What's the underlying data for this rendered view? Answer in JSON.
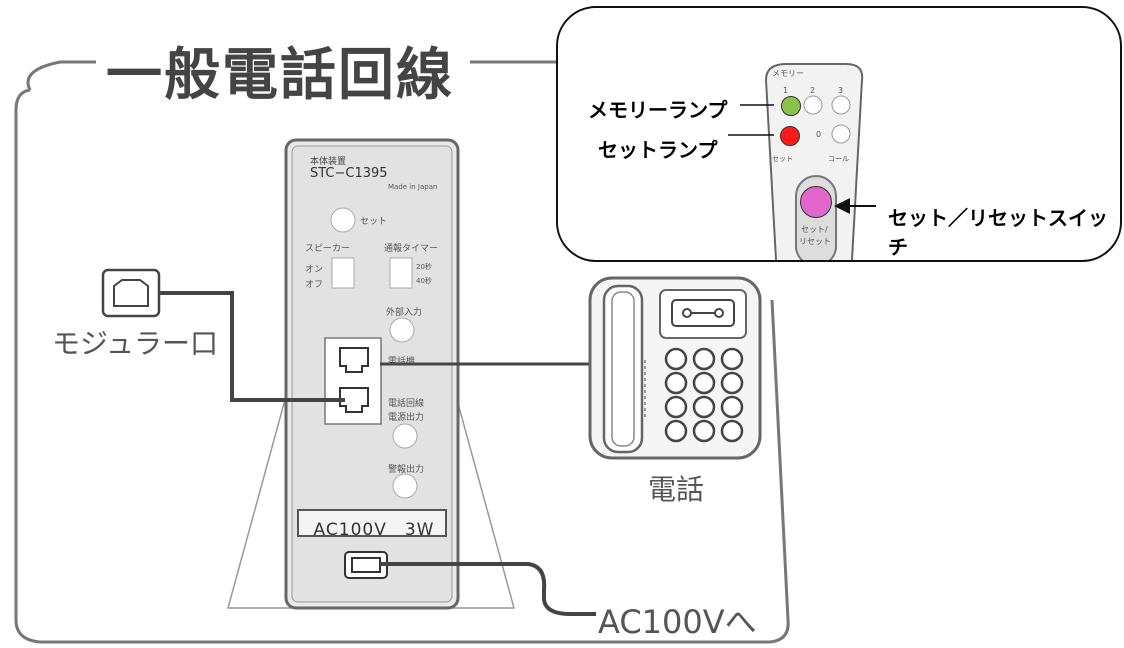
{
  "title": "一般電話回線",
  "device": {
    "name": "本体装置",
    "model": "STC−C1395",
    "made_in": "Made in Japan",
    "labels": {
      "set": "セット",
      "speaker": "スピーカー",
      "on": "オン",
      "off": "オフ",
      "timer": "通報タイマー",
      "timer_a": "20秒",
      "timer_b": "40秒",
      "external_input": "外部入力",
      "phone_port": "電話機",
      "line_port": "電話回線",
      "power_output": "電源出力",
      "alarm_output": "警報出力"
    },
    "rating": "AC100V　3W"
  },
  "labels": {
    "modular": "モジュラー口",
    "phone": "電話",
    "ac": "AC100Vへ"
  },
  "inset": {
    "memory_header": "メモリー",
    "memory_numbers": [
      "1",
      "2",
      "3"
    ],
    "zero": "0",
    "set_small": "セット",
    "call_small": "コール",
    "switch_small_1": "セット/",
    "switch_small_2": "リセット",
    "callouts": {
      "memory_lamp": "メモリーランプ",
      "set_lamp": "セットランプ",
      "switch": "セット／リセットスイッチ"
    },
    "colors": {
      "memory_lamp": "#8bc34a",
      "set_lamp": "#ff1a1a",
      "switch": "#e066cc"
    }
  }
}
